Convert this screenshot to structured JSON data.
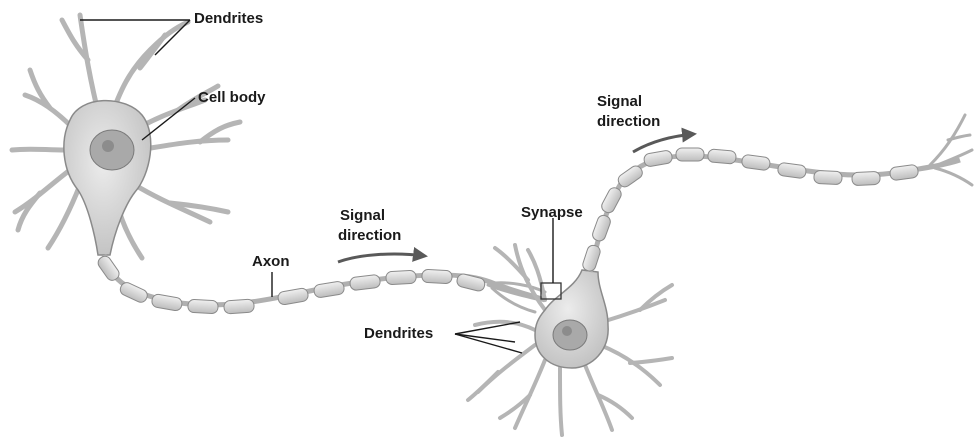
{
  "labels": {
    "dendrites_top": "Dendrites",
    "cell_body": "Cell body",
    "axon": "Axon",
    "signal_direction_1_line1": "Signal",
    "signal_direction_1_line2": "direction",
    "synapse": "Synapse",
    "signal_direction_2_line1": "Signal",
    "signal_direction_2_line2": "direction",
    "dendrites_bottom": "Dendrites"
  },
  "colors": {
    "membrane": "#8a8a8a",
    "cell_fill": "#d9d9d9",
    "myelin": "#cfcfcf",
    "nucleus": "#a9a9a9",
    "label_text": "#1a1a1a",
    "arrow": "#595959"
  }
}
